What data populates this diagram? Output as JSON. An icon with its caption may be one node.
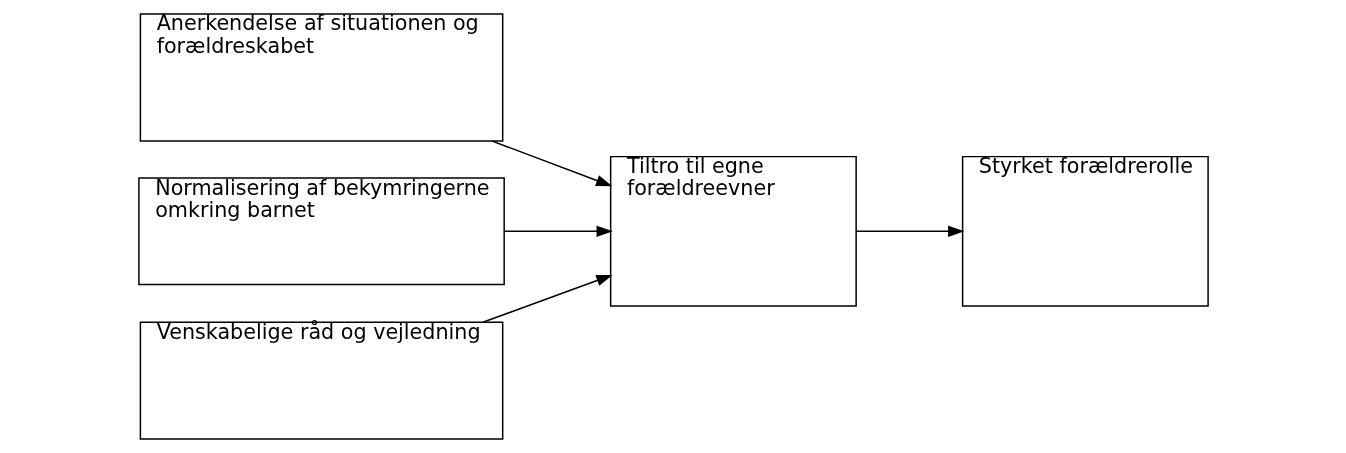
{
  "diagram": {
    "nodes": [
      {
        "text": [
          "Anerkendelse af situationen og forældreskabet"
        ]
      },
      {
        "text": [
          "Normalisering af bekymringerne omkring barnet"
        ]
      },
      {
        "text": [
          "Venskabelige råd og vejledning"
        ]
      },
      {
        "text": [
          "Tiltro til egne forældreevner"
        ]
      },
      {
        "text": [
          "Styrket forældrerolle"
        ]
      }
    ],
    "edges": [
      {
        "from": 0,
        "to": 3,
        "arrow": "to"
      },
      {
        "from": 1,
        "to": 3,
        "arrow": "to"
      },
      {
        "from": 2,
        "to": 3,
        "arrow": "to"
      },
      {
        "from": 3,
        "to": 4,
        "arrow": "to"
      }
    ]
  }
}
